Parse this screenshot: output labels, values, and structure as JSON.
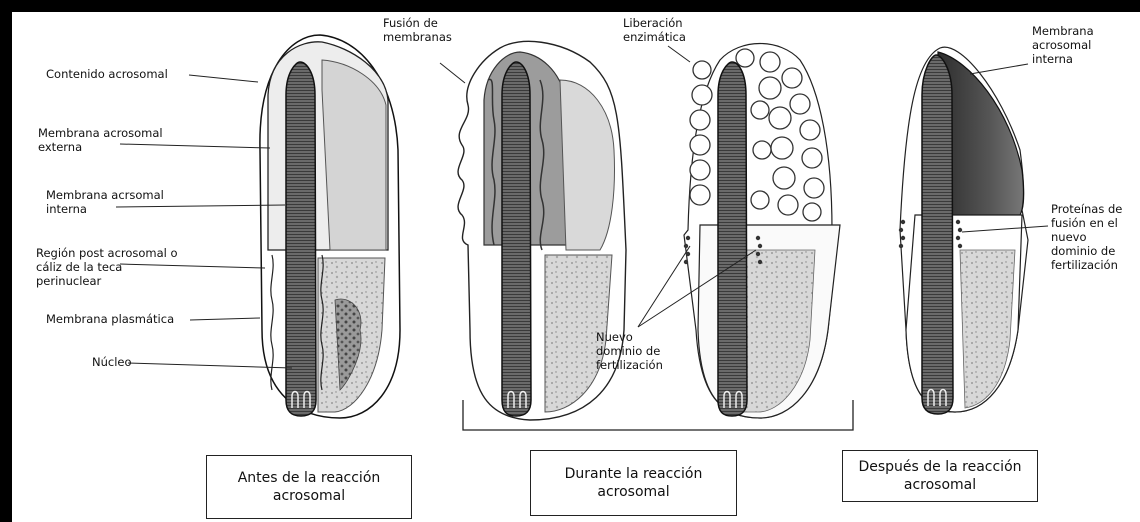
{
  "labels": {
    "contenido_acrosomal": "Contenido acrosomal",
    "membrana_acrosomal_externa": "Membrana acrosomal\nexterna",
    "membrana_acrsomal_interna": "Membrana acrsomal\ninterna",
    "region_post_acrosomal": "Región post acrosomal o\ncáliz de la teca\nperinuclear",
    "membrana_plasmatica": "Membrana plasmática",
    "nucleo": "Núcleo",
    "fusion_de_membranas": "Fusión de\nmembranas",
    "liberacion_enzimatica": "Liberación\nenzimática",
    "nuevo_dominio": "Nuevo\ndominio de\nfertilización",
    "membrana_acrosomal_interna_right": "Membrana\nacrosomal\ninterna",
    "proteinas_de_fusion": "Proteínas de\nfusión en el\nnuevo\ndominio de\nfertilización"
  },
  "captions": {
    "before": "Antes de la reacción\nacrosomal",
    "during": "Durante la reacción\nacrosomal",
    "after": "Después de la reacción\nacrosomal"
  }
}
